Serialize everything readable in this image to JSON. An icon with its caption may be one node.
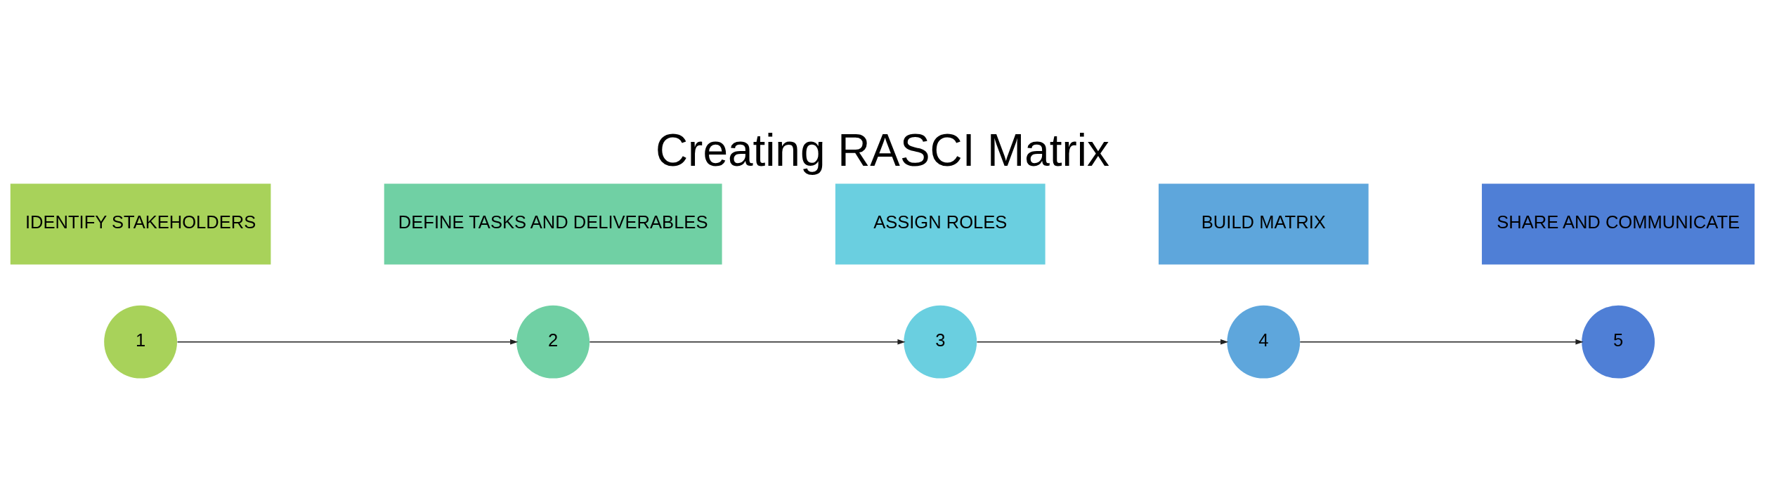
{
  "diagram": {
    "title": "Creating RASCI Matrix",
    "nodes": [
      {
        "text": [
          "1"
        ]
      },
      {
        "text": [
          "2"
        ]
      },
      {
        "text": [
          "3"
        ]
      },
      {
        "text": [
          "4"
        ]
      },
      {
        "text": [
          "5"
        ]
      },
      {
        "text": [
          "IDENTIFY STAKEHOLDERS"
        ]
      },
      {
        "text": [
          "DEFINE TASKS AND DELIVERABLES"
        ]
      },
      {
        "text": [
          "ASSIGN ROLES"
        ]
      },
      {
        "text": [
          "BUILD MATRIX"
        ]
      },
      {
        "text": [
          "SHARE AND COMMUNICATE"
        ]
      }
    ],
    "edges": [
      {
        "from": 0,
        "to": 1,
        "arrow": "to"
      },
      {
        "from": 1,
        "to": 2,
        "arrow": "to"
      },
      {
        "from": 2,
        "to": 3,
        "arrow": "to"
      },
      {
        "from": 3,
        "to": 4,
        "arrow": "to"
      }
    ]
  }
}
